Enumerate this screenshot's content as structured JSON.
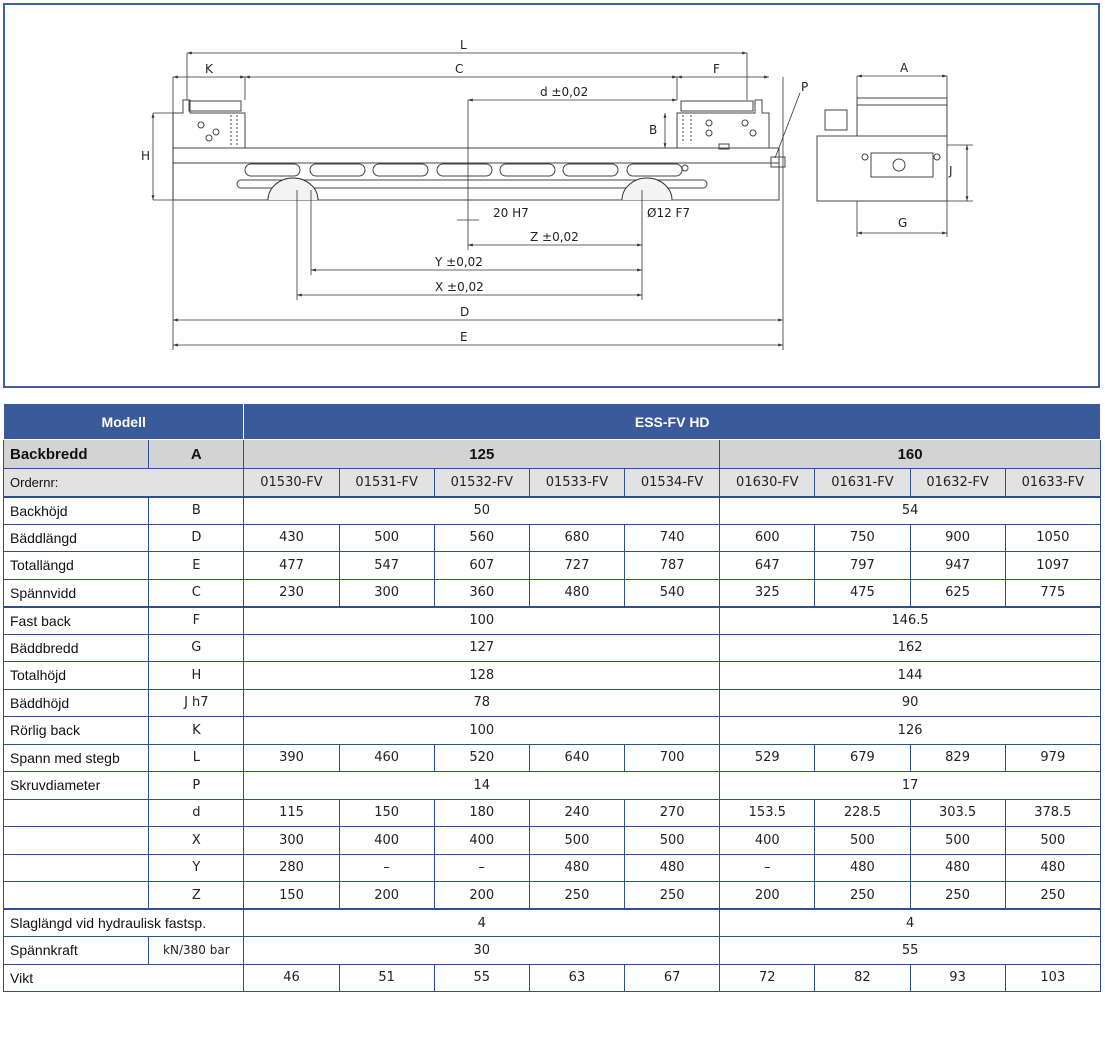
{
  "drawing": {
    "dimension_labels": {
      "L": "L",
      "K": "K",
      "C": "C",
      "F": "F",
      "d": "d ±0,02",
      "P": "P",
      "B": "B",
      "H": "H",
      "h7": "20 H7",
      "f7": "Ø12 F7",
      "Z": "Z ±0,02",
      "Y": "Y ±0,02",
      "X": "X ±0,02",
      "D": "D",
      "E": "E",
      "A": "A",
      "J": "J",
      "G": "G"
    }
  },
  "table": {
    "modell_label": "Modell",
    "series_label": "ESS-FV  HD",
    "backbredd_label": "Backbredd",
    "backbredd_symbol": "A",
    "width_groups": [
      "125",
      "160"
    ],
    "ordernr_label": "Ordernr:",
    "order_numbers": [
      "01530-FV",
      "01531-FV",
      "01532-FV",
      "01533-FV",
      "01534-FV",
      "01630-FV",
      "01631-FV",
      "01632-FV",
      "01633-FV"
    ],
    "rows": [
      {
        "label": "Backhöjd",
        "symbol": "B",
        "g1": "50",
        "g2": "54"
      },
      {
        "label": "Bäddlängd",
        "symbol": "D",
        "values": [
          "430",
          "500",
          "560",
          "680",
          "740",
          "600",
          "750",
          "900",
          "1050"
        ]
      },
      {
        "label": "Totallängd",
        "symbol": "E",
        "values": [
          "477",
          "547",
          "607",
          "727",
          "787",
          "647",
          "797",
          "947",
          "1097"
        ]
      },
      {
        "label": "Spännvidd",
        "symbol": "C",
        "values": [
          "230",
          "300",
          "360",
          "480",
          "540",
          "325",
          "475",
          "625",
          "775"
        ]
      },
      {
        "label": "Fast back",
        "symbol": "F",
        "g1": "100",
        "g2": "146.5"
      },
      {
        "label": "Bäddbredd",
        "symbol": "G",
        "g1": "127",
        "g2": "162"
      },
      {
        "label": "Totalhöjd",
        "symbol": "H",
        "g1": "128",
        "g2": "144"
      },
      {
        "label": "Bäddhöjd",
        "symbol": "J h7",
        "g1": "78",
        "g2": "90"
      },
      {
        "label": "Rörlig back",
        "symbol": "K",
        "g1": "100",
        "g2": "126"
      },
      {
        "label": "Spann med stegb",
        "symbol": "L",
        "values": [
          "390",
          "460",
          "520",
          "640",
          "700",
          "529",
          "679",
          "829",
          "979"
        ]
      },
      {
        "label": "Skruvdiameter",
        "symbol": "P",
        "g1": "14",
        "g2": "17"
      },
      {
        "label": "",
        "symbol": "d",
        "values": [
          "115",
          "150",
          "180",
          "240",
          "270",
          "153.5",
          "228.5",
          "303.5",
          "378.5"
        ]
      },
      {
        "label": "",
        "symbol": "X",
        "values": [
          "300",
          "400",
          "400",
          "500",
          "500",
          "400",
          "500",
          "500",
          "500"
        ]
      },
      {
        "label": "",
        "symbol": "Y",
        "values": [
          "280",
          "–",
          "–",
          "480",
          "480",
          "–",
          "480",
          "480",
          "480"
        ]
      },
      {
        "label": "",
        "symbol": "Z",
        "values": [
          "150",
          "200",
          "200",
          "250",
          "250",
          "200",
          "250",
          "250",
          "250"
        ]
      }
    ],
    "slag_label": "Slaglängd vid hydraulisk fastsp.",
    "slag_g1": "4",
    "slag_g2": "4",
    "spannkraft_label": "Spännkraft",
    "spannkraft_unit": "kN/380 bar",
    "spannkraft_g1": "30",
    "spannkraft_g2": "55",
    "vikt_label": "Vikt",
    "vikt_values": [
      "46",
      "51",
      "55",
      "63",
      "67",
      "72",
      "82",
      "93",
      "103"
    ]
  }
}
